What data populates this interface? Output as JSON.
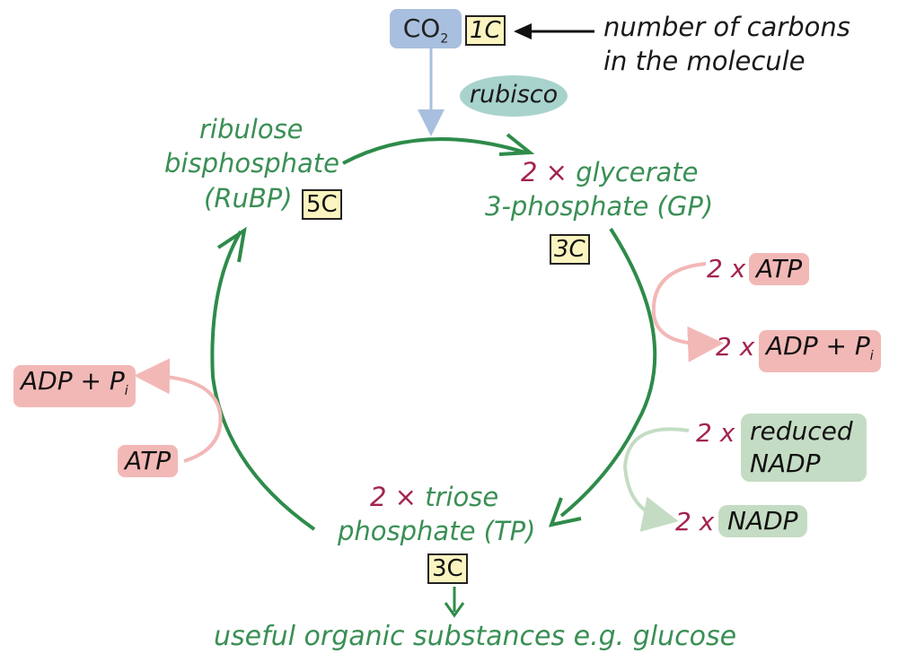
{
  "colors": {
    "cycle_arrow": "#2e8b4a",
    "label_green": "#3a8f55",
    "multiplier_magenta": "#a3234f",
    "co2_box": "#a9bfdf",
    "co2_arrow": "#a9bfdf",
    "rubisco_ellipse": "#a8d3cd",
    "carbon_box": "#fbf4c0",
    "atp_box": "#f2b8b6",
    "atp_arrow": "#f2b8b6",
    "nadp_box": "#c4dcc3",
    "nadp_arrow": "#c4dcc3"
  },
  "co2": {
    "label": "CO",
    "subscript": "2",
    "carbons": "1C"
  },
  "legend": {
    "line1": "number of carbons",
    "line2": "in the molecule"
  },
  "enzyme": {
    "label": "rubisco"
  },
  "rubp": {
    "line1": "ribulose",
    "line2": "bisphosphate",
    "line3": "(RuBP)",
    "carbons": "5C"
  },
  "gp": {
    "multiplier": "2 ×",
    "line1": "glycerate",
    "line2": "3-phosphate (GP)",
    "carbons": "3C"
  },
  "tp": {
    "multiplier": "2 ×",
    "line1": "triose",
    "line2": "phosphate (TP)",
    "carbons": "3C"
  },
  "right_atp": {
    "in_mult": "2 x",
    "in_label": "ATP",
    "out_mult": "2 x",
    "out_label": "ADP + P",
    "out_sub": "i"
  },
  "right_nadp": {
    "in_mult": "2 x",
    "in_line1": "reduced",
    "in_line2": "NADP",
    "out_mult": "2 x",
    "out_label": "NADP"
  },
  "left_atp": {
    "in_label": "ATP",
    "out_label": "ADP + P",
    "out_sub": "i"
  },
  "output": {
    "label": "useful organic substances e.g. glucose"
  }
}
